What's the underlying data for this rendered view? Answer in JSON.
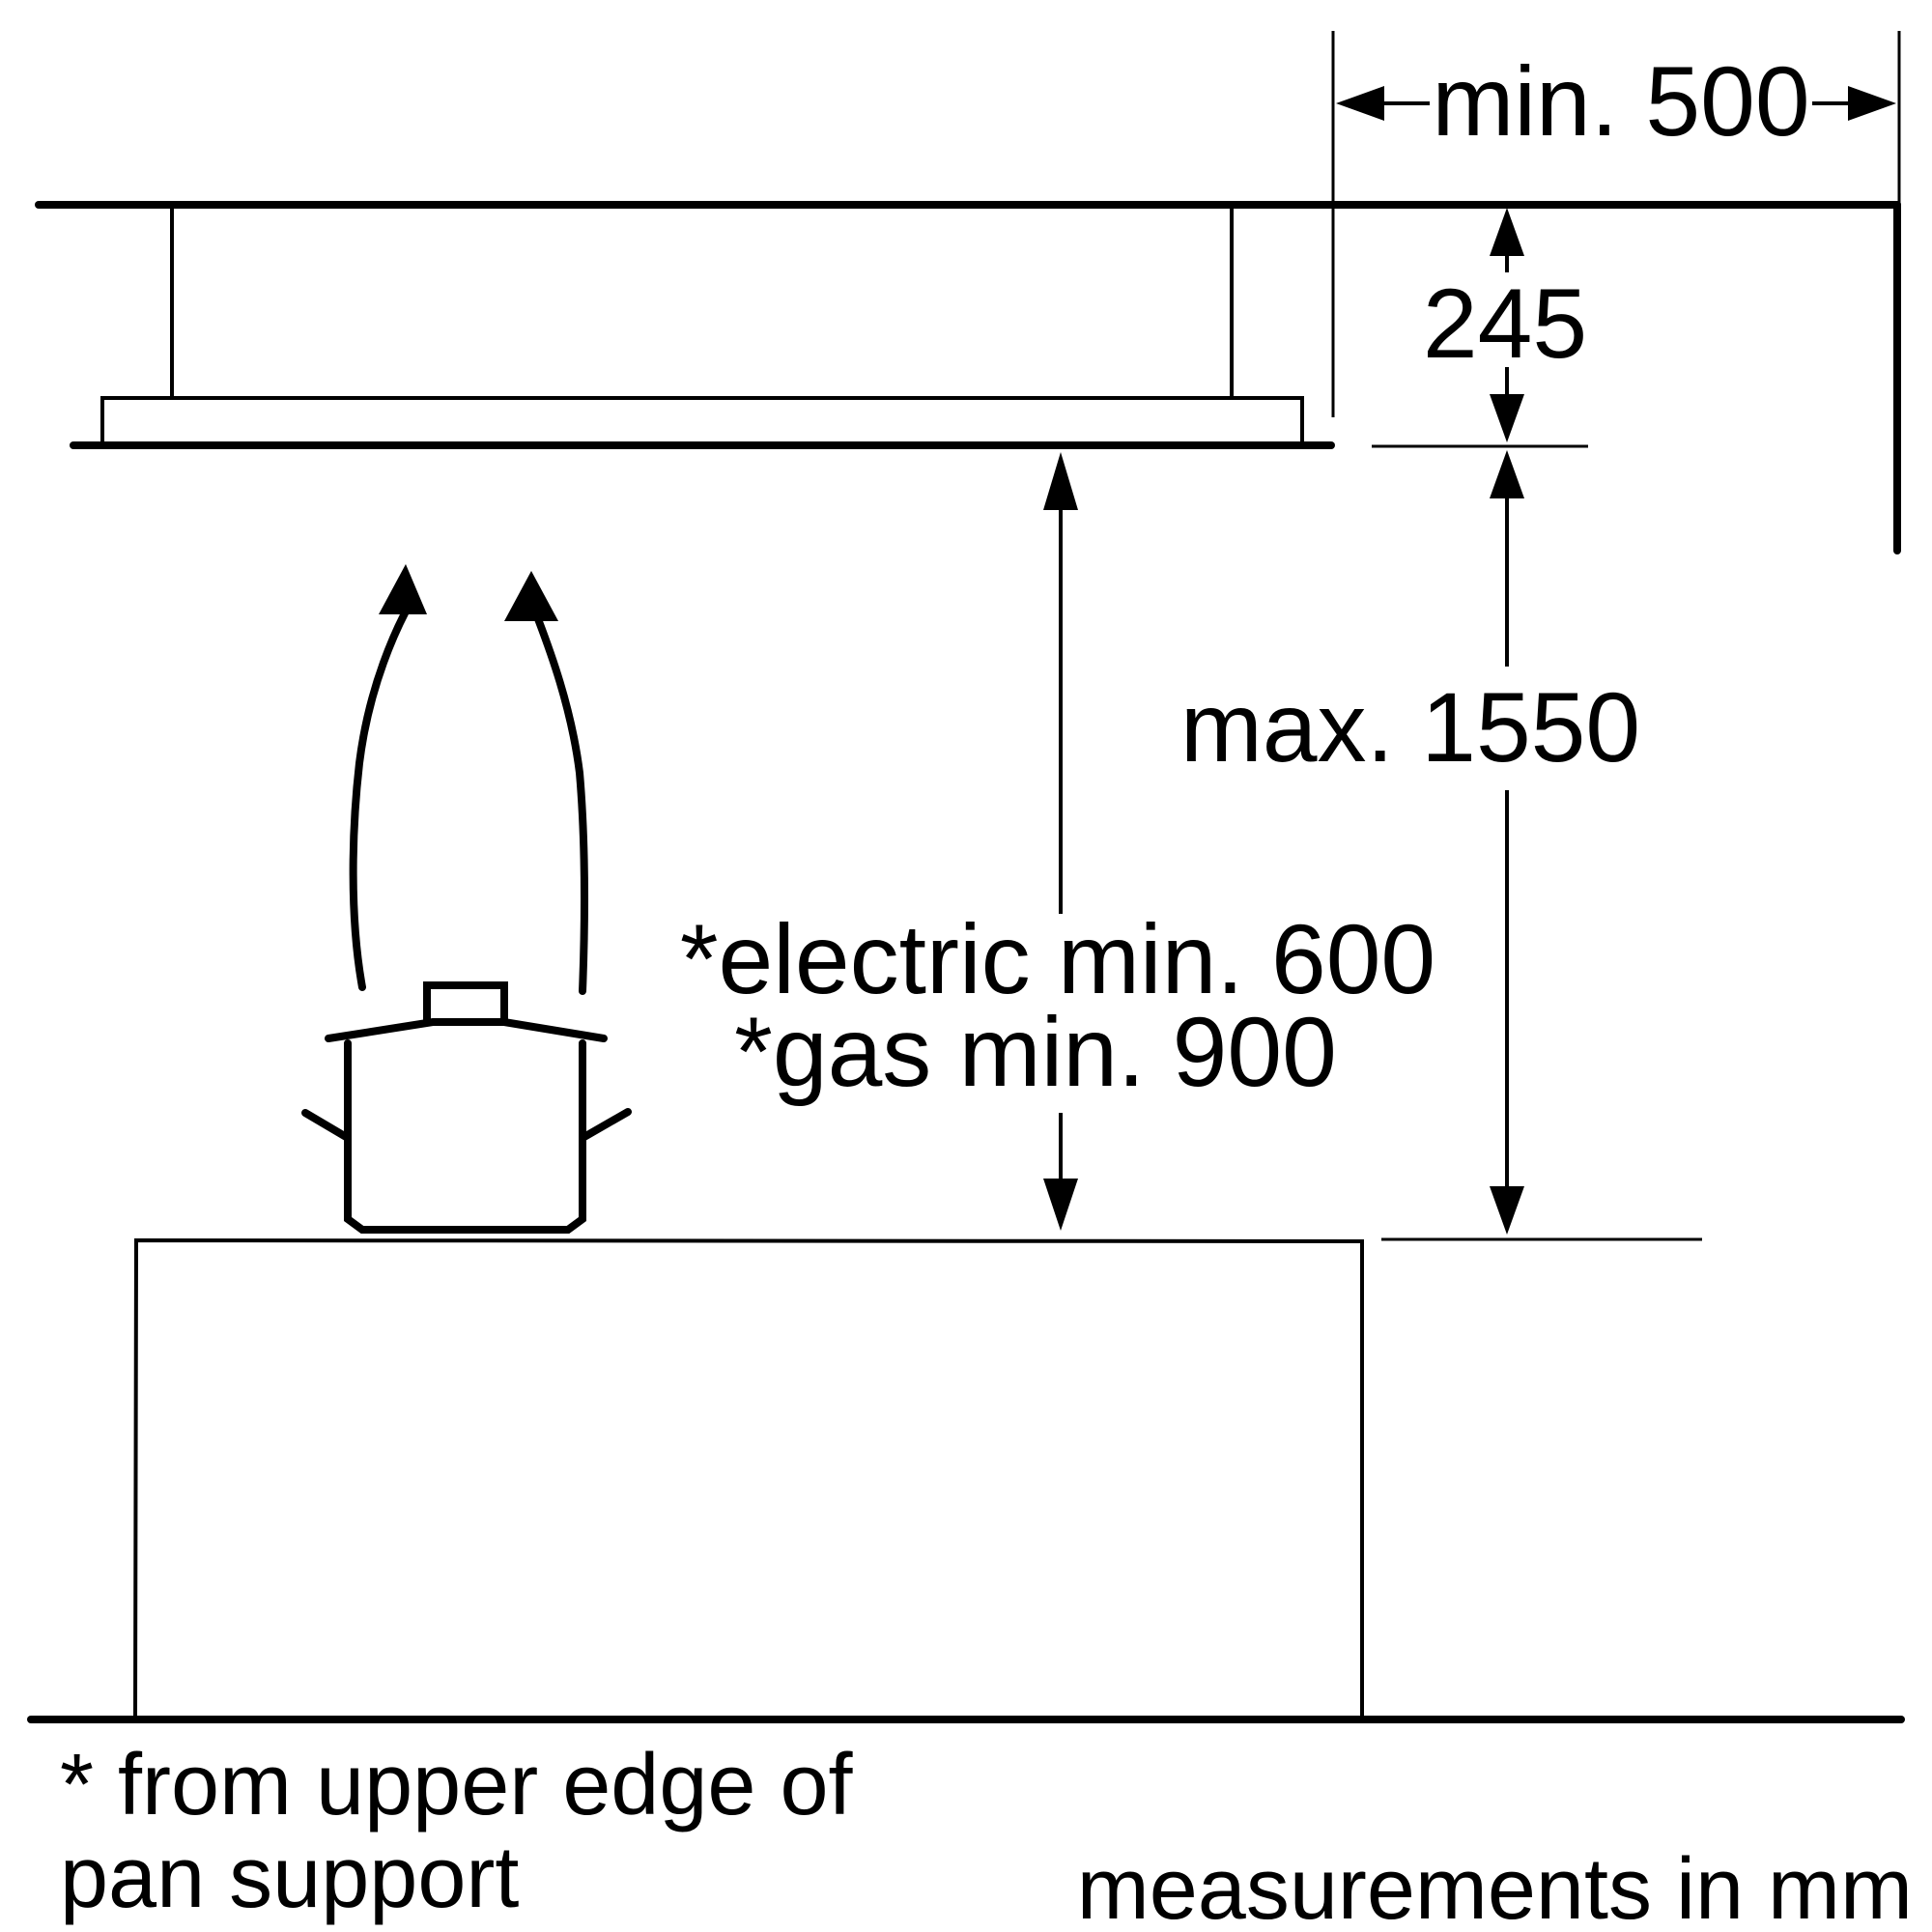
{
  "dimensions": {
    "width_label": "min. 500",
    "hood_height_label": "245",
    "max_height_label": "max. 1550",
    "electric_label": "*electric min. 600",
    "gas_label": "*gas min. 900"
  },
  "notes": {
    "footnote_line1": "* from upper edge of",
    "footnote_line2": "pan support",
    "units": "measurements in mm"
  }
}
